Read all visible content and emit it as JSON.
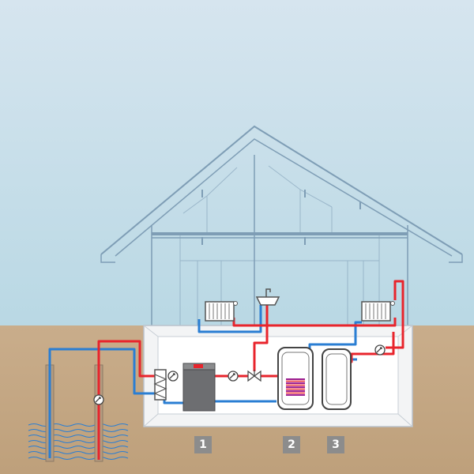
{
  "labels": [
    "1",
    "2",
    "3"
  ],
  "colors": {
    "sky_top": "#d6e5ef",
    "sky_bottom": "#b9d8e4",
    "ground": "#c5a884",
    "house_line": "#7e9db5",
    "hot_pipe": "#e8242c",
    "cold_pipe": "#2a7ed3",
    "equipment": "#6d6e71",
    "badge_bg": "#8c8c8c",
    "badge_text": "#ffffff"
  },
  "components": [
    "borehole-probe",
    "heat-pump",
    "storage-tank",
    "buffer-tank",
    "radiator",
    "sink",
    "circulation-pump",
    "mixing-valve",
    "heat-exchanger",
    "groundwater"
  ]
}
